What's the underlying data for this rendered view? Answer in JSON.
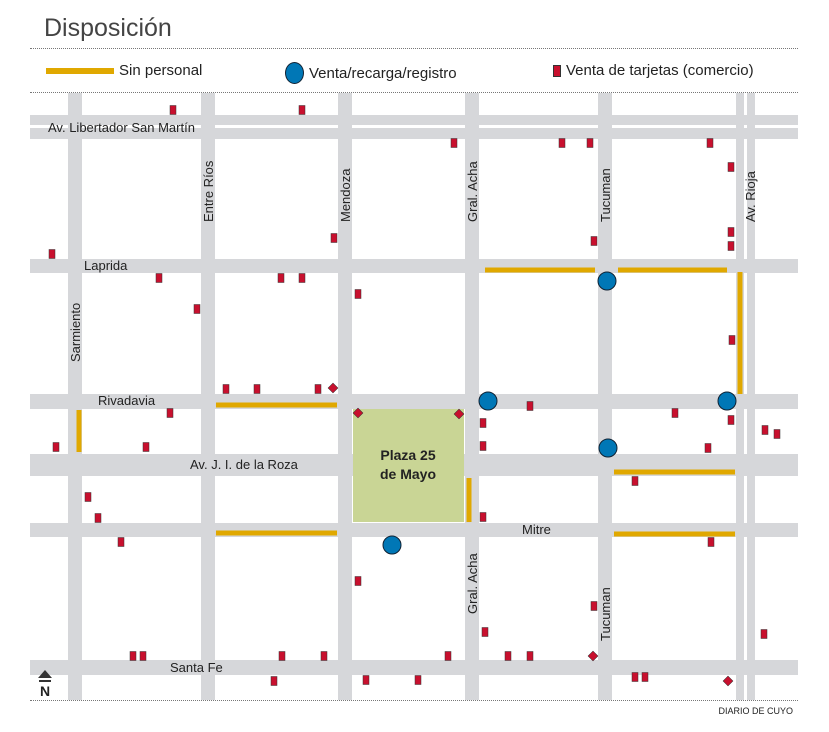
{
  "title": "Disposición",
  "legend": {
    "no_staff": "Sin personal",
    "sales_point": "Venta/recarga/registro",
    "card_shop": "Venta de tarjetas (comercio)"
  },
  "streets": {
    "libertador": "Av. Libertador San Martín",
    "laprida": "Laprida",
    "rivadavia": "Rivadavia",
    "roza": "Av. J. I. de la Roza",
    "mitre": "Mitre",
    "santa_fe": "Santa Fe",
    "sarmiento": "Sarmiento",
    "entre_rios": "Entre Ríos",
    "mendoza": "Mendoza",
    "acha": "Gral. Acha",
    "tucuman": "Tucuman",
    "rioja": "Av. Rioja"
  },
  "plaza": {
    "line1": "Plaza 25",
    "line2": "de Mayo"
  },
  "north": "N",
  "credit": "DIARIO DE CUYO",
  "colors": {
    "street": "#d6d7da",
    "no_staff": "#e0a800",
    "sales_point": "#0077b6",
    "card_shop": "#c8102e",
    "plaza": "#c9d595"
  }
}
